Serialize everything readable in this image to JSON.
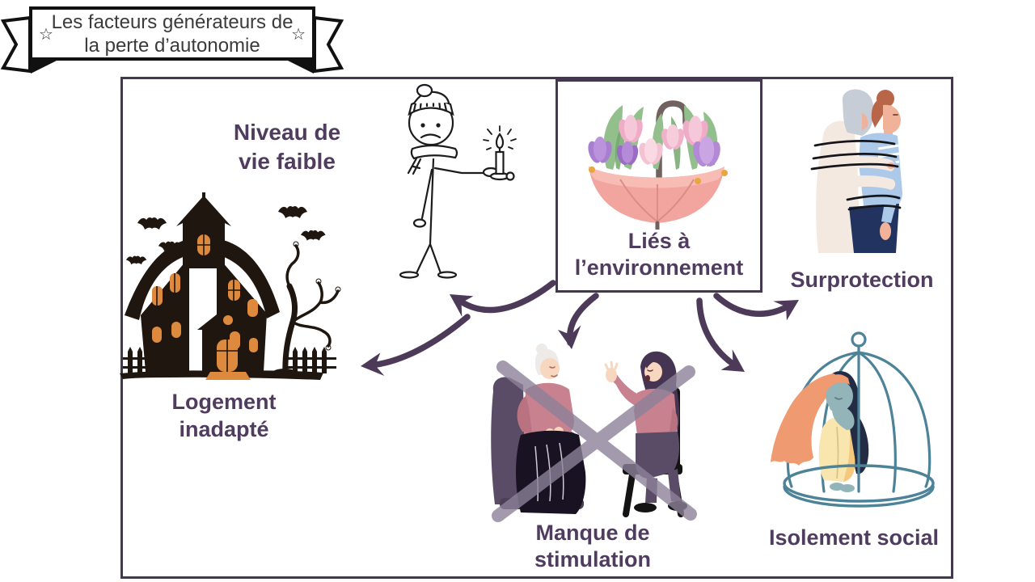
{
  "banner": {
    "line1": "Les facteurs générateurs de",
    "line2": "la perte d’autonomie",
    "star": "☆"
  },
  "center": {
    "line1": "Liés à",
    "line2": "l’environnement"
  },
  "factors": {
    "low_income": {
      "line1": "Niveau de",
      "line2": "vie faible"
    },
    "housing": {
      "line1": "Logement",
      "line2": "inadapté"
    },
    "overprotection": {
      "label": "Surprotection"
    },
    "lack_stimulation": {
      "line1": "Manque de",
      "line2": "stimulation"
    },
    "social_isolation": {
      "label": "Isolement social"
    }
  },
  "illustrations": {
    "center": "upside-down-umbrella-filled-with-tulips",
    "low_income": "cold-stick-figure-holding-candle",
    "housing": "haunted-house-silhouette-with-bats",
    "overprotection": "person-hugging-elder-bound-with-rope",
    "lack_stimulation": "elder-and-visitor-talking-crossed-out",
    "social_isolation": "woman-sitting-inside-birdcage"
  },
  "colors": {
    "accent_text": "#4f3c5e",
    "frame_border": "#443850",
    "arrow": "#4c3a58",
    "banner_border": "#111111",
    "house_orange": "#de8a3e",
    "umbrella_pink": "#f2a49e",
    "cage_teal": "#4d8398",
    "cross_out": "#8d8299"
  }
}
